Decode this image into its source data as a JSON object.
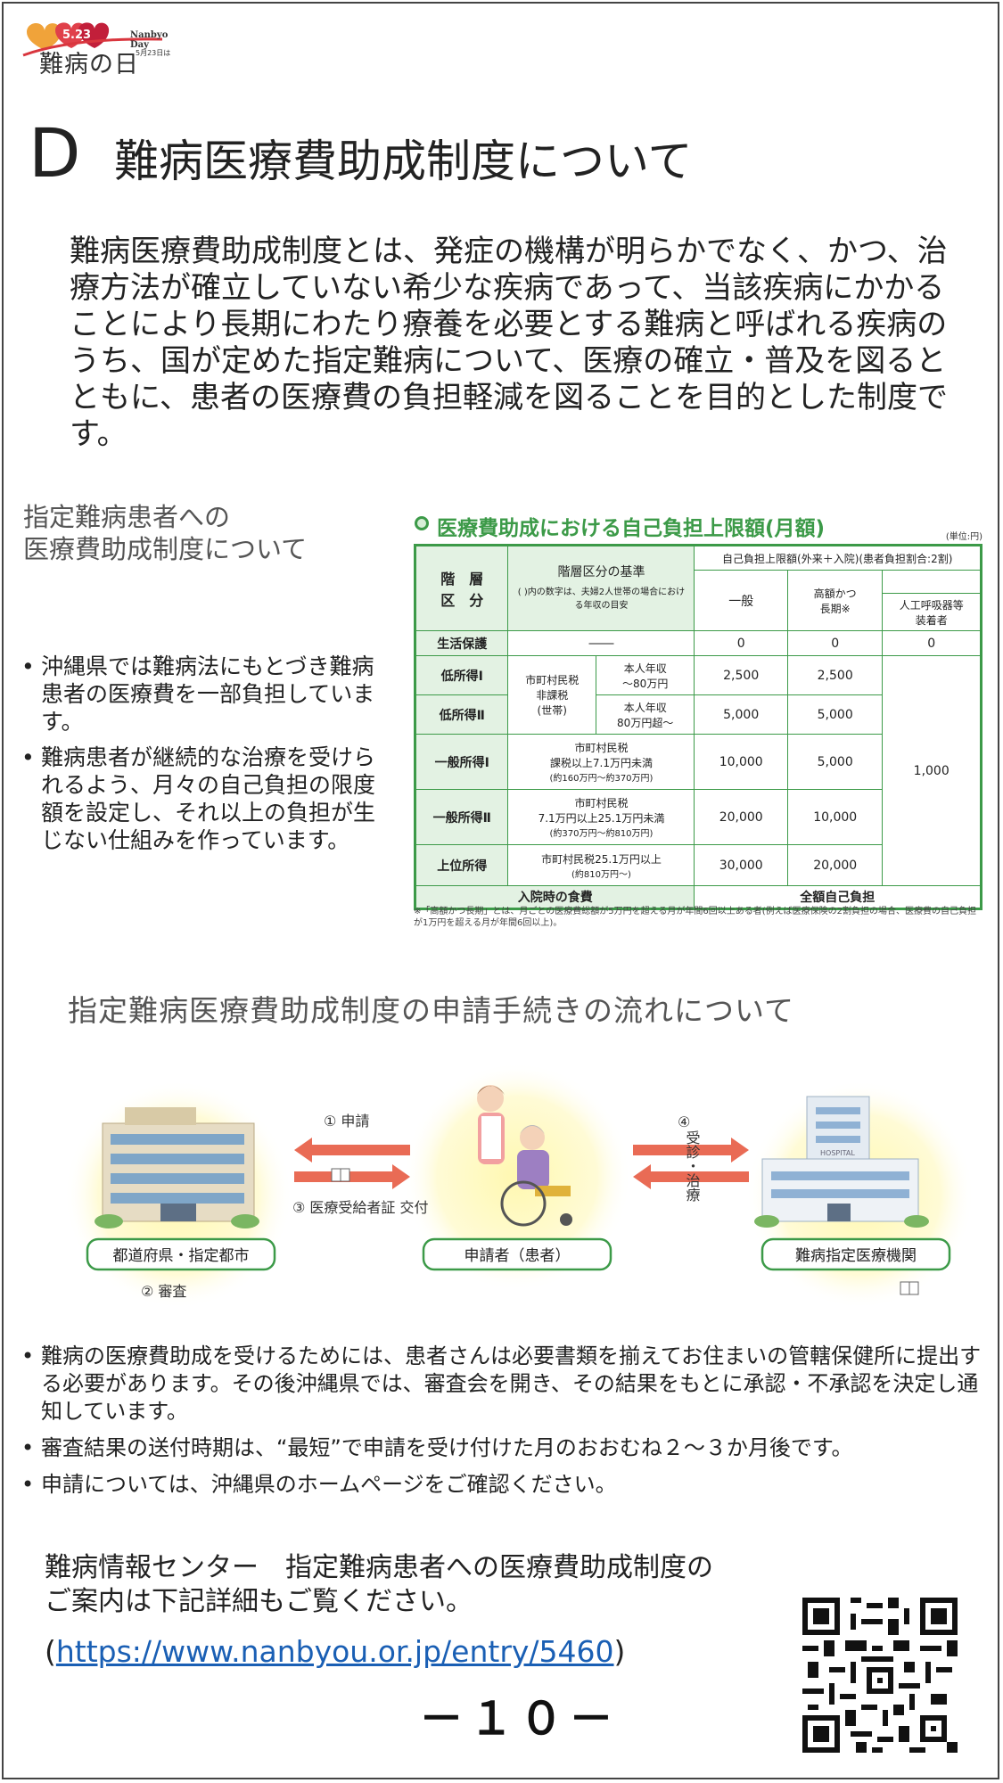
{
  "logo": {
    "badge": "5.23",
    "english": "Nanbyo\nDay",
    "date": "5月23日は",
    "japanese": "難病の日"
  },
  "section": {
    "letter": "D",
    "title": "難病医療費助成制度について",
    "intro": "難病医療費助成制度とは、発症の機構が明らかでなく、かつ、治療方法が確立していない希少な疾病であって、当該疾病にかかることにより長期にわたり療養を必要とする難病と呼ばれる疾病のうち、国が定めた指定難病について、医療の確立・普及を図るとともに、患者の医療費の負担軽減を図ることを目的とした制度です。"
  },
  "left": {
    "subtitle": "指定難病患者への\n医療費助成制度について",
    "bullets": [
      "沖縄県では難病法にもとづき難病患者の医療費を一部負担しています。",
      "難病患者が継続的な治療を受けられるよう、月々の自己負担の限度額を設定し、それ以上の負担が生じない仕組みを作っています。"
    ]
  },
  "fee_table": {
    "title": "医療費助成における自己負担上限額(月額)",
    "unit": "(単位:円)",
    "header": {
      "tier": "階　層\n区　分",
      "criteria": "階層区分の基準",
      "criteria_note": "( )内の数字は、夫婦2人世帯の場合における年収の目安",
      "limit": "自己負担上限額(外来＋入院)(患者負担割合:2割)",
      "general": "一般",
      "high_long": "高額かつ\n長期※",
      "ventilator": "人工呼吸器等\n装着者"
    },
    "rows": {
      "welfare": {
        "label": "生活保護",
        "criteria": "――",
        "general": "0",
        "high": "0",
        "vent": "0"
      },
      "low1": {
        "label": "低所得Ⅰ",
        "criteria": "本人年収\n～80万円",
        "general": "2,500",
        "high": "2,500"
      },
      "low2": {
        "label": "低所得Ⅱ",
        "criteria": "本人年収\n80万円超～",
        "general": "5,000",
        "high": "5,000"
      },
      "low_group": "市町村民税\n非課税\n(世帯)",
      "gen1": {
        "label": "一般所得Ⅰ",
        "criteria": "市町村民税\n課税以上7.1万円未満",
        "criteria_note": "(約160万円～約370万円)",
        "general": "10,000",
        "high": "5,000"
      },
      "gen2": {
        "label": "一般所得Ⅱ",
        "criteria": "市町村民税\n7.1万円以上25.1万円未満",
        "criteria_note": "(約370万円～約810万円)",
        "general": "20,000",
        "high": "10,000"
      },
      "upper": {
        "label": "上位所得",
        "criteria": "市町村民税25.1万円以上",
        "criteria_note": "(約810万円～)",
        "general": "30,000",
        "high": "20,000"
      },
      "vent_shared": "1,000",
      "meal": {
        "label": "入院時の食費",
        "value": "全額自己負担"
      }
    },
    "note": "※「高額かつ長期」とは、月ごとの医療費総額が5万円を超える月が年間6回以上ある者(例えば医療保険の2割負担の場合、医療費の自己負担が1万円を超える月が年間6回以上)。"
  },
  "flow": {
    "title": "指定難病医療費助成制度の申請手続きの流れについて",
    "prefecture": "都道府県・指定都市",
    "applicant": "申請者（患者）",
    "hospital": "難病指定医療機関",
    "step1": "① 申請",
    "step2": "② 審査",
    "step3": "③ 医療受給者証\n交付",
    "step4_num": "④",
    "step4": "受診・治療",
    "hospital_sign": "HOSPITAL"
  },
  "notes": [
    "難病の医療費助成を受けるためには、患者さんは必要書類を揃えてお住まいの管轄保健所に提出する必要があります。その後沖縄県では、審査会を開き、その結果をもとに承認・不承認を決定し通知しています。",
    "審査結果の送付時期は、“最短”で申請を受け付けた月のおおむね２～３か月後です。",
    "申請については、沖縄県のホームページをご確認ください。"
  ],
  "footer": {
    "info": "難病情報センター　指定難病患者への医療費助成制度の\nご案内は下記詳細もご覧ください。",
    "paren_open": "(",
    "url": "https://www.nanbyou.or.jp/entry/5460",
    "paren_close": ")",
    "page": "－１０－"
  },
  "colors": {
    "green": "#3c9a48",
    "light_green": "#e3f2e3",
    "arrow": "#e96b55",
    "link": "#1a5fb4",
    "logo_red": "#d9363e"
  },
  "icons": [
    "building-icon",
    "caregiver-patient-icon",
    "hospital-icon",
    "qr-code-icon",
    "book-icon"
  ]
}
